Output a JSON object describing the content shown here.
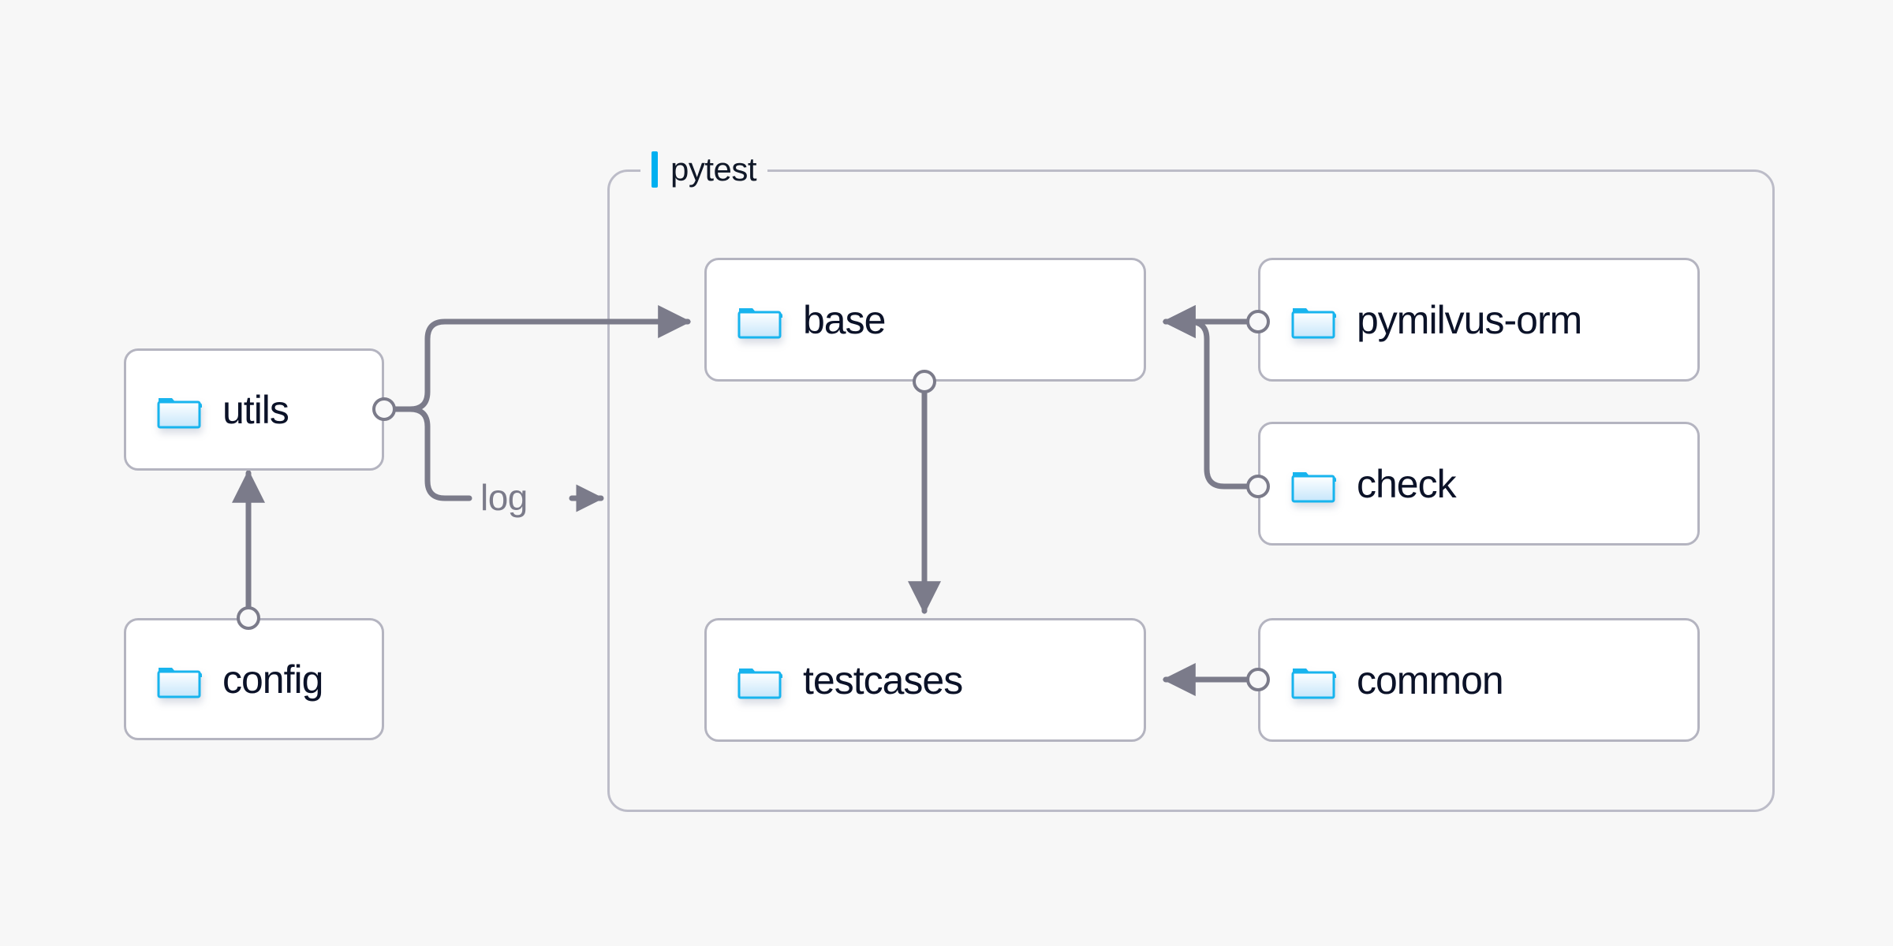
{
  "diagram": {
    "type": "architecture-flow",
    "background_color": "#f7f7f7",
    "group": {
      "name": "pytest-group",
      "label": "pytest",
      "accent_color": "#00b0f0",
      "border_color": "#bcbcc8"
    },
    "node_style": {
      "fill": "#ffffff",
      "border_color": "#b4b4c0",
      "text_color": "#0b1228",
      "icon": "folder-icon",
      "icon_color": "#12b0ec"
    },
    "edge_style": {
      "stroke": "#7b7b8a",
      "port_stroke": "#7b7b8a"
    },
    "nodes": [
      {
        "id": "utils",
        "label": "utils",
        "icon": "folder-icon",
        "group": null
      },
      {
        "id": "config",
        "label": "config",
        "icon": "folder-icon",
        "group": null
      },
      {
        "id": "base",
        "label": "base",
        "icon": "folder-icon",
        "group": "pytest"
      },
      {
        "id": "testcases",
        "label": "testcases",
        "icon": "folder-icon",
        "group": "pytest"
      },
      {
        "id": "pymilvus-orm",
        "label": "pymilvus-orm",
        "icon": "folder-icon",
        "group": "pytest"
      },
      {
        "id": "check",
        "label": "check",
        "icon": "folder-icon",
        "group": "pytest"
      },
      {
        "id": "common",
        "label": "common",
        "icon": "folder-icon",
        "group": "pytest"
      }
    ],
    "edges": [
      {
        "from": "config",
        "to": "utils",
        "label": "",
        "direction": "up"
      },
      {
        "from": "utils",
        "to": "base",
        "label": "",
        "direction": "right"
      },
      {
        "from": "utils",
        "to": "pytest",
        "label": "log",
        "direction": "right"
      },
      {
        "from": "base",
        "to": "testcases",
        "label": "",
        "direction": "down"
      },
      {
        "from": "pymilvus-orm",
        "to": "base",
        "label": "",
        "direction": "left"
      },
      {
        "from": "check",
        "to": "base",
        "label": "",
        "direction": "left"
      },
      {
        "from": "common",
        "to": "testcases",
        "label": "",
        "direction": "left"
      }
    ],
    "edge_labels": {
      "log": "log"
    }
  }
}
